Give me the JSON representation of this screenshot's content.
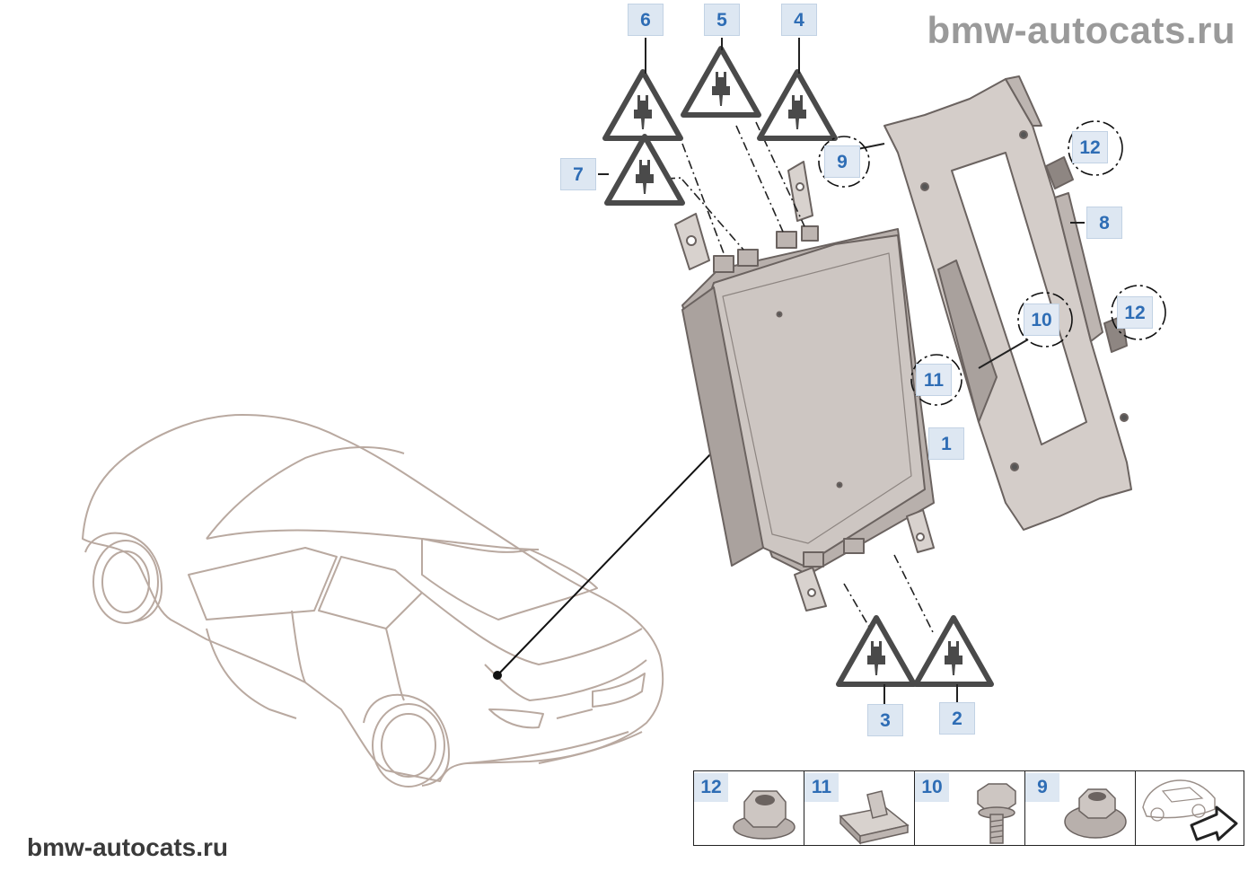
{
  "watermark_top": "bmw-autocats.ru",
  "watermark_bottom": "bmw-autocats.ru",
  "callouts": {
    "c1": "1",
    "c2": "2",
    "c3": "3",
    "c4": "4",
    "c5": "5",
    "c6": "6",
    "c7": "7",
    "c8": "8",
    "c9": "9",
    "c10": "10",
    "c11": "11",
    "c12a": "12",
    "c12b": "12"
  },
  "legend": {
    "items": [
      {
        "number": "12",
        "icon": "flange-nut-icon"
      },
      {
        "number": "11",
        "icon": "spring-nut-clip-icon"
      },
      {
        "number": "10",
        "icon": "hex-bolt-icon"
      },
      {
        "number": "9",
        "icon": "hex-nut-icon"
      },
      {
        "number": "",
        "icon": "vehicle-location-arrow-icon"
      }
    ]
  },
  "colors": {
    "callout_bg": "#dde7f2",
    "callout_text": "#2e6db5",
    "part_fill": "#cdc6c2",
    "part_stroke": "#6b6360",
    "car_stroke": "#b9a9a0"
  }
}
